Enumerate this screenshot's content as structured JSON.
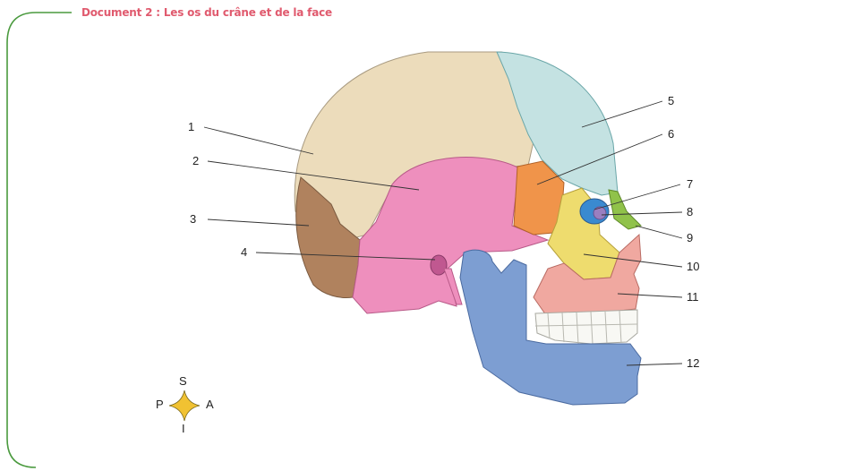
{
  "title": "Document 2 : Les os du crâne et de la face",
  "labels": [
    "1",
    "2",
    "3",
    "4",
    "5",
    "6",
    "7",
    "8",
    "9",
    "10",
    "11",
    "12"
  ],
  "compass": {
    "superior": "S",
    "inferior": "I",
    "posterior": "P",
    "anterior": "A"
  },
  "colors": {
    "frame": "#4a9a3e",
    "title": "#e05a6e",
    "parietal": "#ecdcbb",
    "frontal": "#c4e2e2",
    "occipital": "#b0825e",
    "temporal": "#ee8fbd",
    "sphenoid": "#f0944a",
    "zygomatic": "#eedc6e",
    "maxilla": "#f0a8a0",
    "mandible": "#7d9ed2",
    "nasal": "#90c24a",
    "lacrimal": "#9a7fc0",
    "ethmoid": "#3a8ad0",
    "compass": "#f1c232"
  }
}
